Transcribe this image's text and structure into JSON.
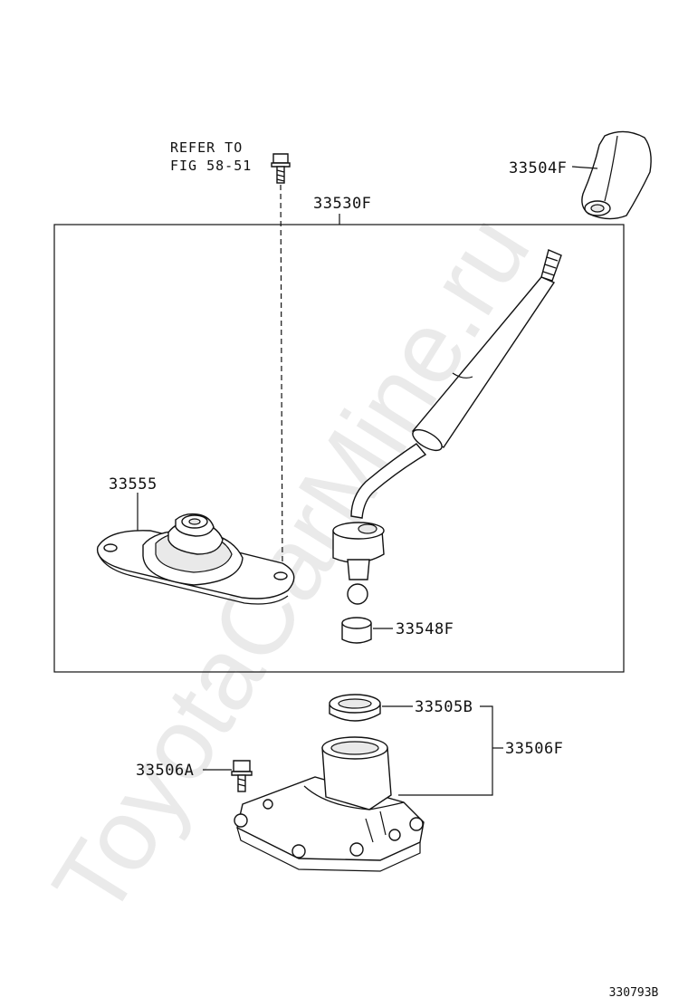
{
  "watermark": "ToyotaCarMine.ru",
  "refer_note": {
    "line1": "REFER TO",
    "line2": "FIG 58-51"
  },
  "labels": {
    "shift_knob": "33504F",
    "lever_assy": "33530F",
    "boot_retainer": "33555",
    "bushing": "33548F",
    "seat": "33505B",
    "housing": "33506F",
    "bolt": "33506A"
  },
  "figure_number": "330793B"
}
